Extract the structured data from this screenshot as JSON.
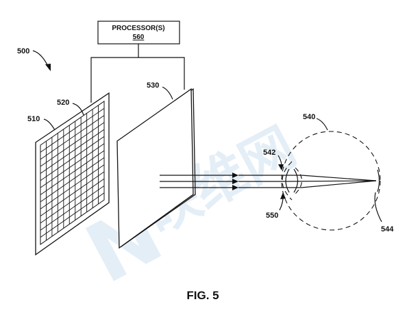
{
  "processor_box": {
    "title": "PROCESSOR(S)",
    "number": "560"
  },
  "labels": {
    "system": "500",
    "display": "510",
    "grid": "520",
    "lens": "530",
    "eye": "540",
    "eye_front": "542",
    "retina": "544",
    "light_path": "550"
  },
  "caption": "FIG. 5",
  "watermark": {
    "logo": "N",
    "text": "映维网"
  }
}
